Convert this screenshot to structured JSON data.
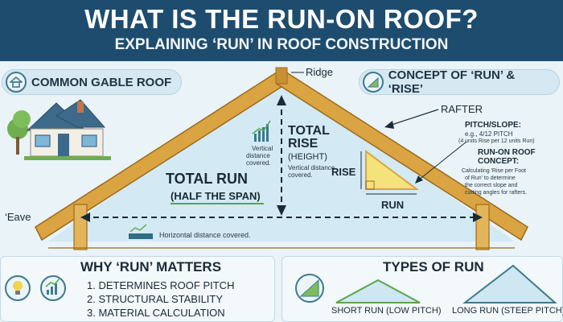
{
  "header": {
    "title": "WHAT IS THE RUN-ON ROOF?",
    "subtitle": "EXPLAINING ‘RUN’ IN ROOF CONSTRUCTION"
  },
  "left_pill": {
    "label": "COMMON GABLE ROOF",
    "icon": "house-icon"
  },
  "right_pill": {
    "label": "CONCEPT OF ‘RUN’ & ‘RISE’",
    "icon": "slope-triangle-icon"
  },
  "diagram": {
    "ridge": "Ridge",
    "rafter": "RAFTER",
    "eave": "‘Eave",
    "total_run": "TOTAL RUN",
    "half_span": "(HALF THE SPAN)",
    "horizontal_note": "Horizontal distance covered.",
    "vertical_note_left_1": "Vertical",
    "vertical_note_left_2": "distance",
    "vertical_note_left_3": "covered.",
    "total_rise_1": "TOTAL",
    "total_rise_2": "RISE",
    "height": "(HEIGHT)",
    "vertical_note_right_1": "Vertical distance",
    "vertical_note_right_2": "covered.",
    "rise": "RISE",
    "run": "RUN"
  },
  "pitch": {
    "title": "PITCH/SLOPE:",
    "example": "e.g., 4/12 PITCH",
    "example_detail": "(4 units Rise per 12 units Run)"
  },
  "run_on": {
    "title_1": "RUN-ON ROOF",
    "title_2": "CONCEPT:",
    "desc_1": "Calculating 'Rise per Foot",
    "desc_2": "of Run' to determine",
    "desc_3": "the correct slope and",
    "desc_4": "cutting angles for rafters."
  },
  "matters": {
    "title": "WHY ‘RUN’ MATTERS",
    "items": [
      "1.  DETERMINES ROOF PITCH",
      "2.  STRUCTURAL STABILITY",
      "3.  MATERIAL CALCULATION"
    ]
  },
  "types": {
    "title": "TYPES OF RUN",
    "short": "SHORT RUN (LOW PITCH)",
    "long": "LONG RUN (STEEP PITCH)"
  },
  "colors": {
    "header": "#1e4c6e",
    "rafter": "#d9a441",
    "rafter_dark": "#9c6b1c",
    "triangle": "#f4e27a",
    "attic": "#cfe6f3",
    "arrow": "#1a2a36"
  }
}
